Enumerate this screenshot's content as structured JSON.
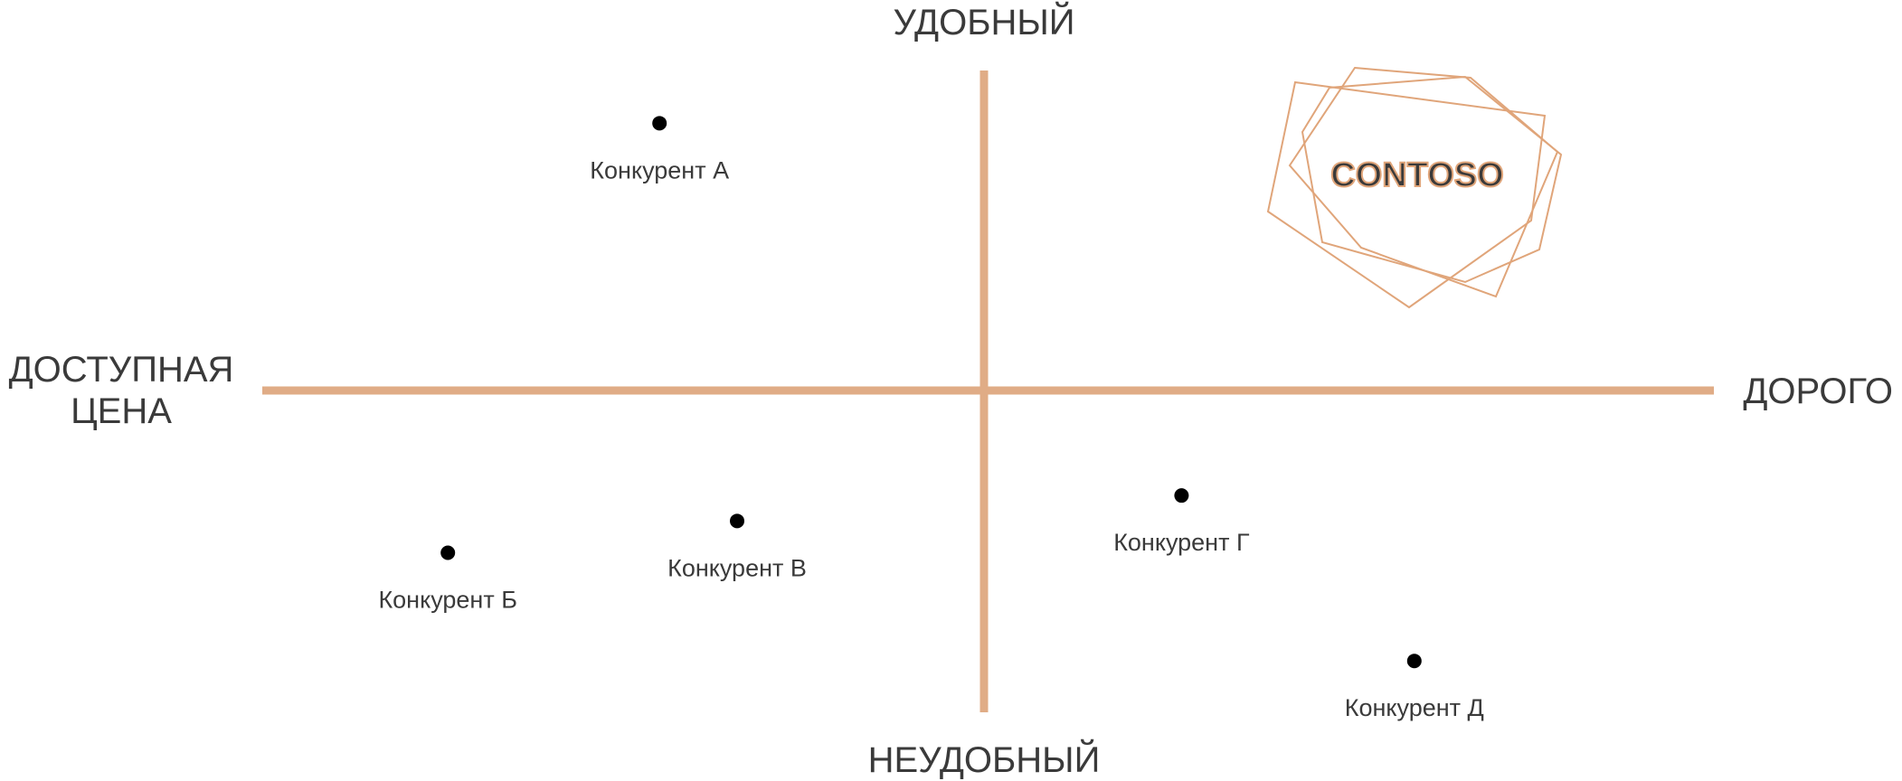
{
  "axes": {
    "top": "УДОБНЫЙ",
    "bottom": "НЕУДОБНЫЙ",
    "left_line1": "ДОСТУПНАЯ",
    "left_line2": "ЦЕНА",
    "right": "ДОРОГО"
  },
  "brand": {
    "name": "CONTOSO"
  },
  "colors": {
    "axis": "#e0ac86",
    "logo_stroke": "#e0a57a",
    "point": "#000000",
    "text": "#3a3a3a"
  },
  "chart_data": {
    "type": "scatter",
    "x_axis": {
      "min_label": "ДОСТУПНАЯ ЦЕНА",
      "max_label": "ДОРОГО",
      "range": [
        -1,
        1
      ]
    },
    "y_axis": {
      "min_label": "НЕУДОБНЫЙ",
      "max_label": "УДОБНЫЙ",
      "range": [
        -1,
        1
      ]
    },
    "points": [
      {
        "label": "Конкурент А",
        "x": -0.46,
        "y": 0.84
      },
      {
        "label": "Конкурент Б",
        "x": -0.76,
        "y": -0.51
      },
      {
        "label": "Конкурент В",
        "x": -0.35,
        "y": -0.41
      },
      {
        "label": "Конкурент Г",
        "x": 0.28,
        "y": -0.33
      },
      {
        "label": "Конкурент Д",
        "x": 0.61,
        "y": -0.85
      }
    ],
    "brand_position": {
      "label": "CONTOSO",
      "x": 0.6,
      "y": 0.64
    }
  }
}
